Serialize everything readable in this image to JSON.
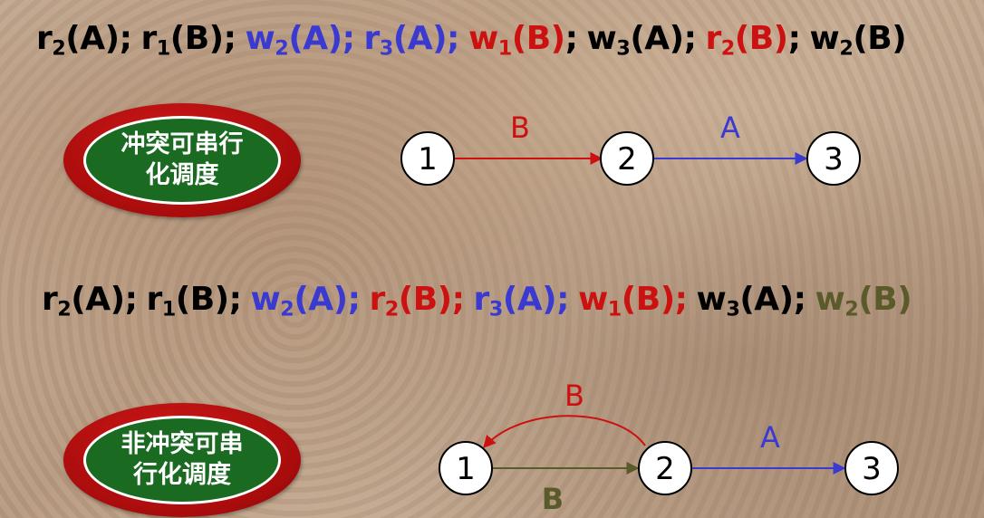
{
  "colors": {
    "default": "#000000",
    "blue": "#3a3ad0",
    "red": "#cc1111",
    "olive": "#5a5a2a"
  },
  "examples": [
    {
      "schedule": [
        {
          "op": "r",
          "sub": "2",
          "arg": "(A);",
          "color": "default"
        },
        {
          "op": "r",
          "sub": "1",
          "arg": "(B);",
          "color": "default"
        },
        {
          "op": "w",
          "sub": "2",
          "arg": "(A);",
          "color": "blue"
        },
        {
          "op": "r",
          "sub": "3",
          "arg": "(A);",
          "color": "blue"
        },
        {
          "op": "w",
          "sub": "1",
          "arg": "(B)",
          "color": "red",
          "tail": ";"
        },
        {
          "op": "w",
          "sub": "3",
          "arg": "(A);",
          "color": "default"
        },
        {
          "op": "r",
          "sub": "2",
          "arg": "(B)",
          "color": "red",
          "tail": ";"
        },
        {
          "op": "w",
          "sub": "2",
          "arg": "(B)",
          "color": "default"
        }
      ],
      "badge_text": "冲突可串行\n化调度",
      "graph": {
        "nodes": [
          "1",
          "2",
          "3"
        ],
        "edges": [
          {
            "from": "1",
            "to": "2",
            "label": "B",
            "color": "red"
          },
          {
            "from": "2",
            "to": "3",
            "label": "A",
            "color": "blue"
          }
        ]
      }
    },
    {
      "schedule": [
        {
          "op": "r",
          "sub": "2",
          "arg": "(A);",
          "color": "default"
        },
        {
          "op": "r",
          "sub": "1",
          "arg": "(B);",
          "color": "default"
        },
        {
          "op": "w",
          "sub": "2",
          "arg": "(A);",
          "color": "blue"
        },
        {
          "op": "r",
          "sub": "2",
          "arg": "(B);",
          "color": "red"
        },
        {
          "op": "r",
          "sub": "3",
          "arg": "(A);",
          "color": "blue"
        },
        {
          "op": "w",
          "sub": "1",
          "arg": "(B);",
          "color": "red"
        },
        {
          "op": "w",
          "sub": "3",
          "arg": "(A);",
          "color": "default"
        },
        {
          "op": "w",
          "sub": "2",
          "arg": "(B)",
          "color": "olive"
        }
      ],
      "badge_text": "非冲突可串\n行化调度",
      "graph": {
        "nodes": [
          "1",
          "2",
          "3"
        ],
        "edges": [
          {
            "from": "2",
            "to": "1",
            "label": "B",
            "color": "red",
            "curved": true
          },
          {
            "from": "1",
            "to": "2",
            "label": "B",
            "color": "olive"
          },
          {
            "from": "2",
            "to": "3",
            "label": "A",
            "color": "blue"
          }
        ]
      }
    }
  ]
}
